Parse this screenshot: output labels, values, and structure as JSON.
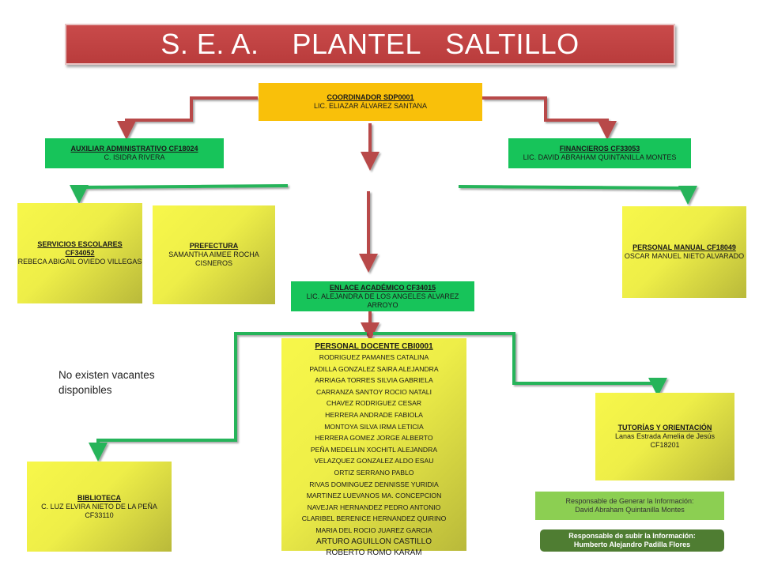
{
  "title": "S. E. A.    PLANTEL   SALTILLO",
  "coordinador": {
    "title": "COORDINADOR  SDP0001",
    "name": "LIC. ELIAZAR ÁLVAREZ SANTANA"
  },
  "auxiliar": {
    "title": "AUXILIAR ADMINISTRATIVO  CF18024",
    "name": "C. ISIDRA RIVERA"
  },
  "financieros": {
    "title": "FINANCIEROS  CF33053",
    "name": "LIC. DAVID ABRAHAM QUINTANILLA MONTES"
  },
  "servicios": {
    "title1": "SERVICIOS ESCOLARES",
    "title2": "CF34052",
    "name": "REBECA ABIGAIL OVIEDO VILLEGAS"
  },
  "prefectura": {
    "title": "PREFECTURA",
    "name1": "SAMANTHA AIMEE ROCHA",
    "name2": "CISNEROS"
  },
  "personal_manual": {
    "title": "PERSONAL MANUAL  CF18049",
    "name": "OSCAR MANUEL NIETO ALVARADO"
  },
  "enlace": {
    "title": "ENLACE ACADÉMICO  CF34015",
    "name": "LIC. ALEJANDRA DE LOS ANGELES ALVAREZ ARROYO"
  },
  "docente": {
    "title": "PERSONAL DOCENTE  CBI0001",
    "names": [
      "RODRIGUEZ PAMANES CATALINA",
      "PADILLA GONZALEZ SAIRA ALEJANDRA",
      "ARRIAGA TORRES SILVIA GABRIELA",
      "CARRANZA SANTOY ROCIO NATALI",
      "CHAVEZ RODRIGUEZ CESAR",
      "HERRERA ANDRADE FABIOLA",
      "MONTOYA SILVA IRMA LETICIA",
      "HERRERA GOMEZ JORGE ALBERTO",
      "PEÑA MEDELLIN XOCHITL ALEJANDRA",
      "VELAZQUEZ GONZALEZ ALDO ESAU",
      "ORTIZ SERRANO PABLO",
      "RIVAS DOMINGUEZ DENNISSE YURIDIA",
      "MARTINEZ LUEVANOS MA. CONCEPCION",
      "NAVEJAR HERNANDEZ PEDRO ANTONIO",
      "CLARIBEL BERENICE HERNANDEZ QUIRINO",
      "MARIA DEL ROCIO JUAREZ GARCIA"
    ],
    "names_big": [
      "ARTURO AGUILLON CASTILLO",
      "ROBERTO ROMO KARAM"
    ]
  },
  "tutorias": {
    "title": "TUTORÍAS Y ORIENTACIÓN",
    "name": "Lanas Estrada Amelia de Jesús",
    "code": "CF18201"
  },
  "biblioteca": {
    "title": "BIBLIOTECA",
    "name": "C. LUZ ELVIRA NIETO DE LA PEÑA",
    "code": "CF33110"
  },
  "no_vacantes": {
    "line1": "No existen vacantes",
    "line2": "disponibles"
  },
  "resp_generar": {
    "line1": "Responsable de Generar la Información:",
    "line2": "David Abraham Quintanilla Montes"
  },
  "resp_subir": {
    "line1": "Responsable de subir la Información:",
    "line2": "Humberto Alejandro Padilla Flores"
  },
  "colors": {
    "red_connector": "#b84a4a",
    "green_connector": "#27b45a",
    "title_bg": "#c0413f",
    "yellow_box": "#f2f24a",
    "green_box": "#17c45a"
  }
}
